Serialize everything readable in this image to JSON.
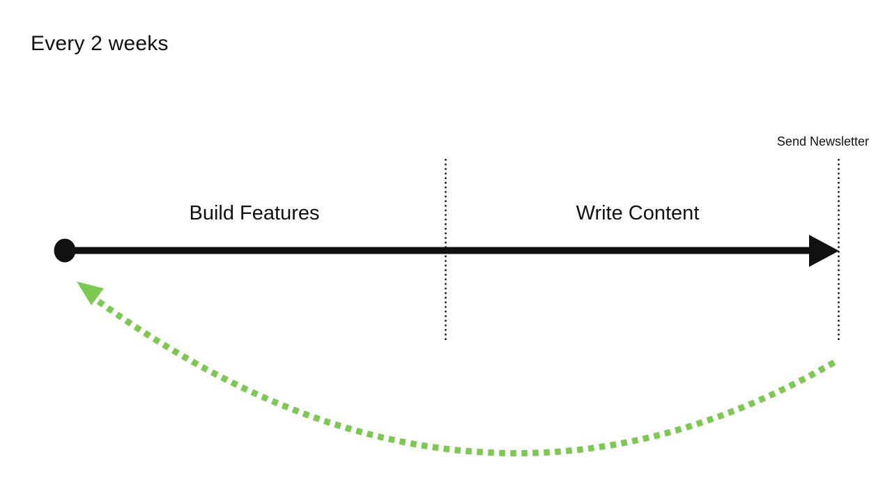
{
  "title": "Every 2 weeks",
  "timeline": {
    "phases": [
      {
        "label": "Build Features"
      },
      {
        "label": "Write Content"
      }
    ],
    "milestone_label": "Send Newsletter"
  },
  "colors": {
    "ink": "#111111",
    "loop_green": "#7cc950"
  }
}
